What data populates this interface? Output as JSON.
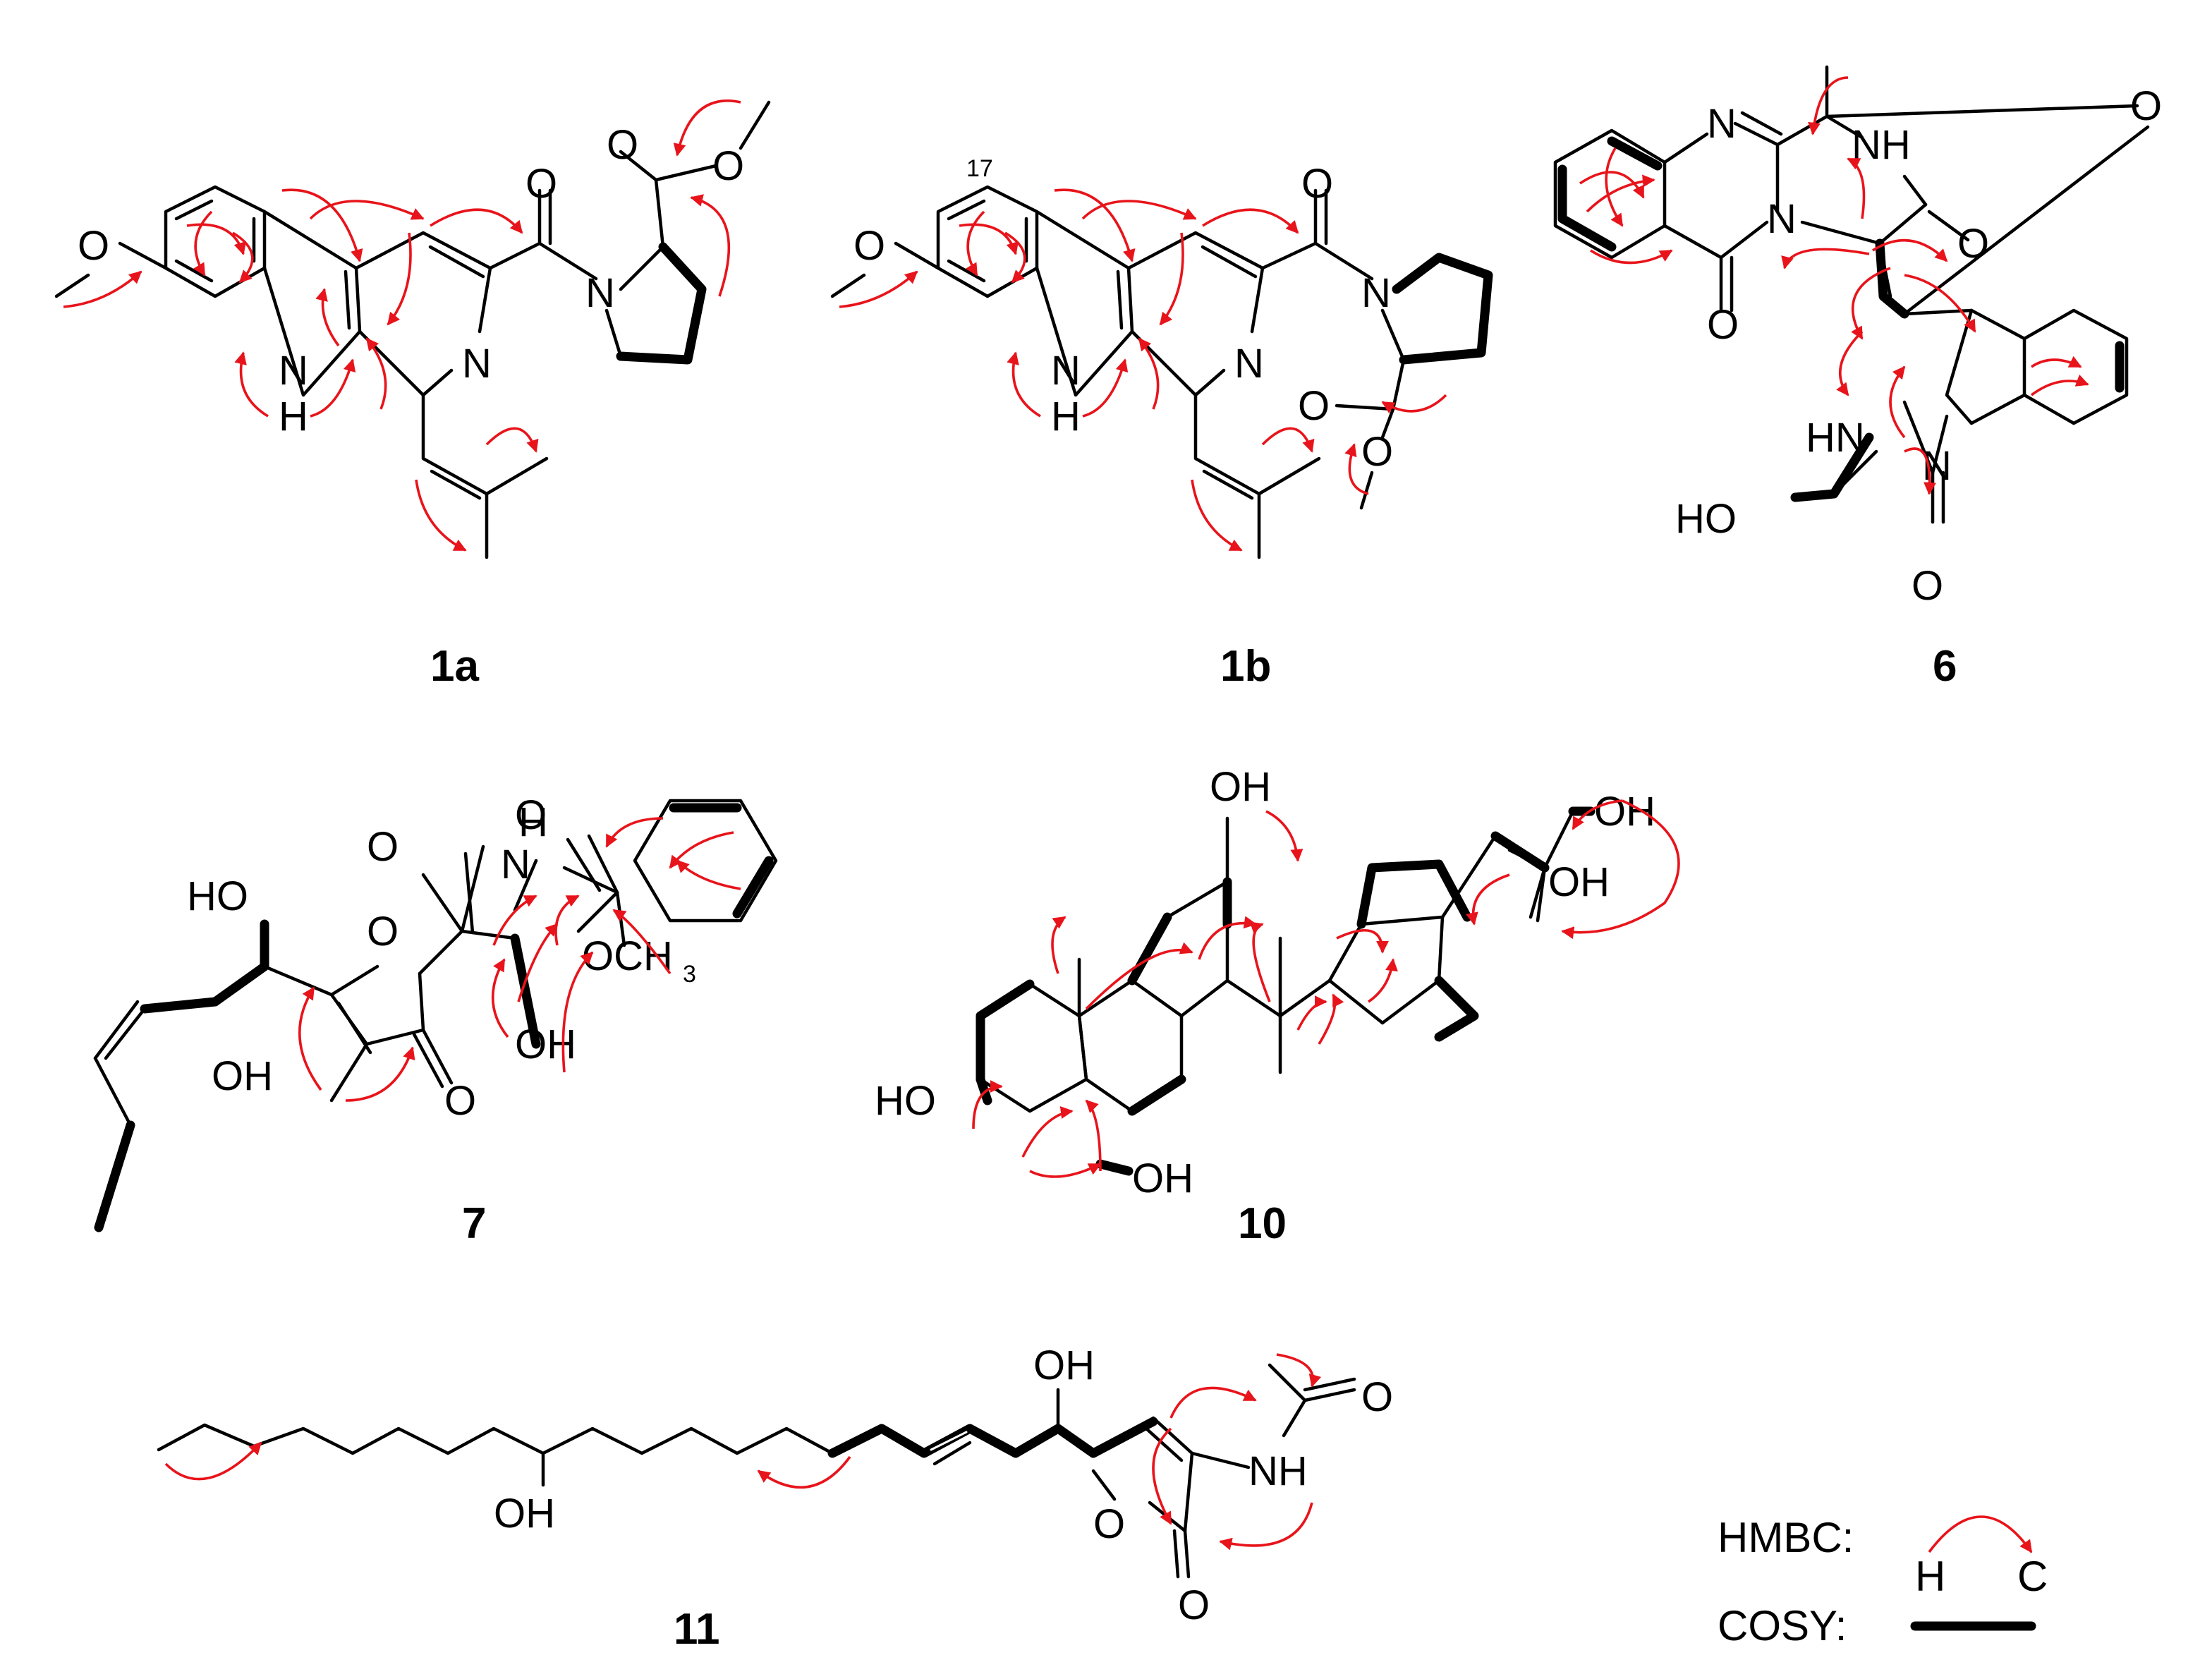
{
  "figure": {
    "compounds": [
      {
        "id": "1a",
        "label": "1a"
      },
      {
        "id": "1b",
        "label": "1b"
      },
      {
        "id": "6",
        "label": "6"
      },
      {
        "id": "7",
        "label": "7"
      },
      {
        "id": "10",
        "label": "10"
      },
      {
        "id": "11",
        "label": "11"
      }
    ],
    "atoms": {
      "o": "O",
      "n": "N",
      "nh": "NH",
      "hn": "HN",
      "h": "H",
      "oh": "OH",
      "ho": "HO",
      "och3": "OCH",
      "och3_sub": "3",
      "c17": "17"
    },
    "legend": {
      "hmbc_label": "HMBC:",
      "cosy_label": "COSY:",
      "h": "H",
      "c": "C"
    },
    "colors": {
      "hmbc": "#e8141b",
      "cosy": "#000000",
      "bond": "#000000"
    }
  }
}
